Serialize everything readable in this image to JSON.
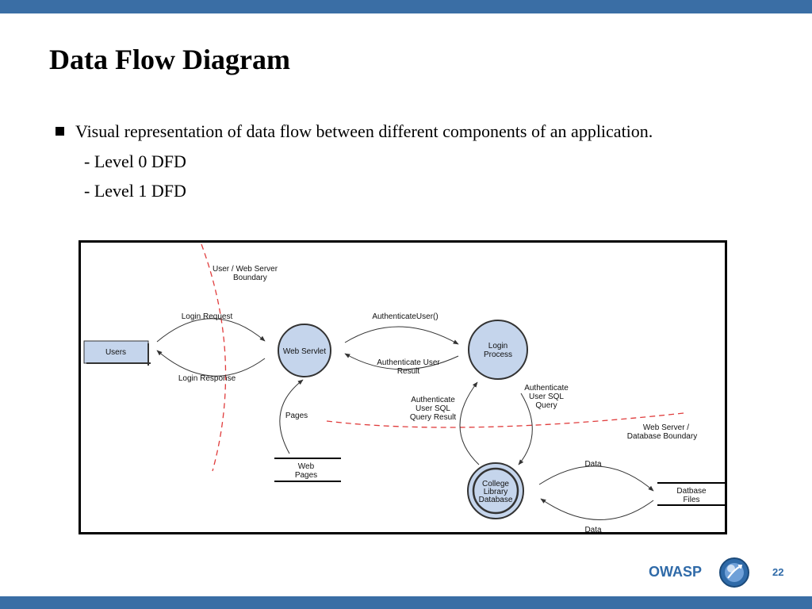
{
  "slide": {
    "title": "Data Flow Diagram",
    "bullet": "Visual representation of data flow between different components of an application.",
    "subitems": [
      "- Level 0 DFD",
      "- Level 1 DFD"
    ]
  },
  "diagram": {
    "boundary_user_web": [
      "User / Web Server",
      "Boundary"
    ],
    "boundary_web_db": [
      "Web Server /",
      "Database Boundary"
    ],
    "users": "Users",
    "web_servlet": "Web Servlet",
    "login_process": [
      "Login",
      "Process"
    ],
    "college_db": [
      "College",
      "Library",
      "Database"
    ],
    "web_pages": [
      "Web",
      "Pages"
    ],
    "database_files": [
      "Datbase",
      "Files"
    ],
    "login_request": "Login Request",
    "login_response": "Login Response",
    "authenticate_user_call": "AuthenticateUser()",
    "authenticate_user_result": [
      "Authenticate User",
      "Result"
    ],
    "pages": "Pages",
    "auth_sql_query": [
      "Authenticate",
      "User SQL",
      "Query"
    ],
    "auth_sql_query_result": [
      "Authenticate",
      "User SQL",
      "Query Result"
    ],
    "data_out": "Data",
    "data_in": "Data",
    "colors": {
      "process_fill": "#c5d5ec",
      "boundary": "#e03c3c",
      "brand": "#3a6ea5"
    }
  },
  "footer": {
    "brand": "OWASP",
    "page_number": "22"
  }
}
